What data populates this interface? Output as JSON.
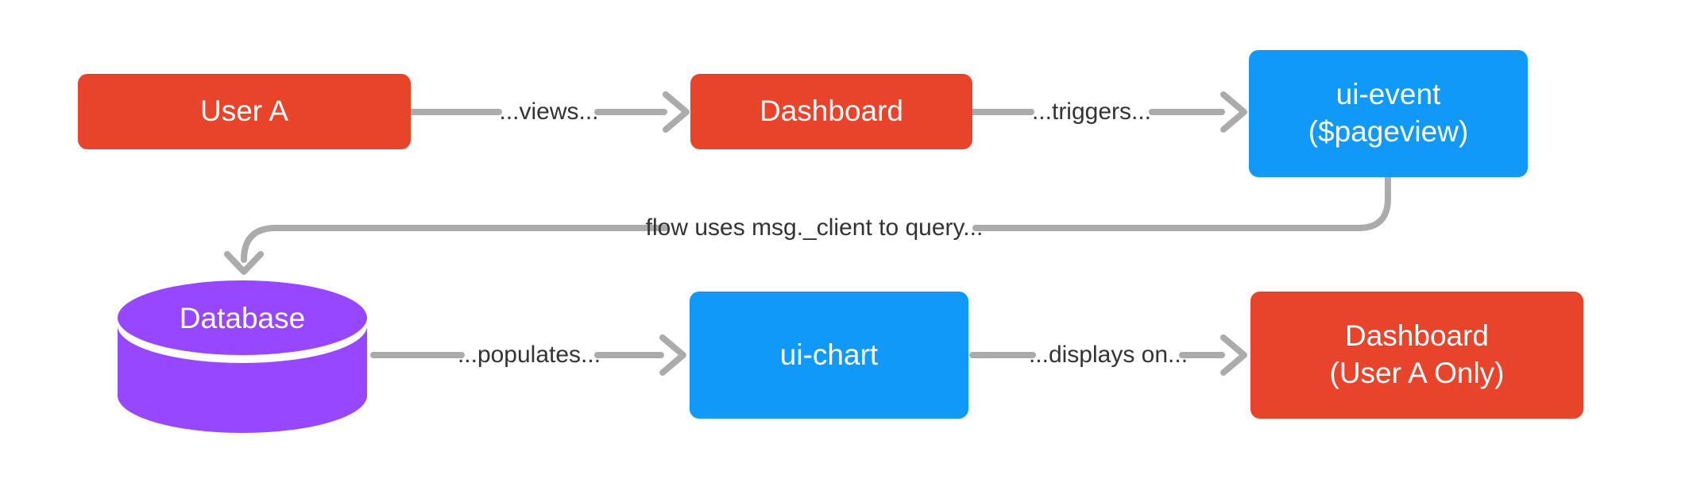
{
  "diagram": {
    "nodes": {
      "user_a": {
        "label": "User A"
      },
      "dashboard": {
        "label": "Dashboard"
      },
      "ui_event": {
        "line1": "ui-event",
        "line2": "($pageview)"
      },
      "database": {
        "label": "Database"
      },
      "ui_chart": {
        "label": "ui-chart"
      },
      "dashboard_user_a": {
        "line1": "Dashboard",
        "line2": "(User A Only)"
      }
    },
    "edges": {
      "views": {
        "label": "...views..."
      },
      "triggers": {
        "label": "...triggers..."
      },
      "query": {
        "label": "flow uses msg._client to query..."
      },
      "populates": {
        "label": "...populates..."
      },
      "displays_on": {
        "label": "...displays on..."
      }
    },
    "colors": {
      "node_red": "#E8432B",
      "node_blue": "#1199FA",
      "node_purple": "#9747FF",
      "connector_gray": "#ABABAB",
      "label_text": "#333333",
      "node_text": "#FFFFFF",
      "background": "#FFFFFF"
    }
  }
}
